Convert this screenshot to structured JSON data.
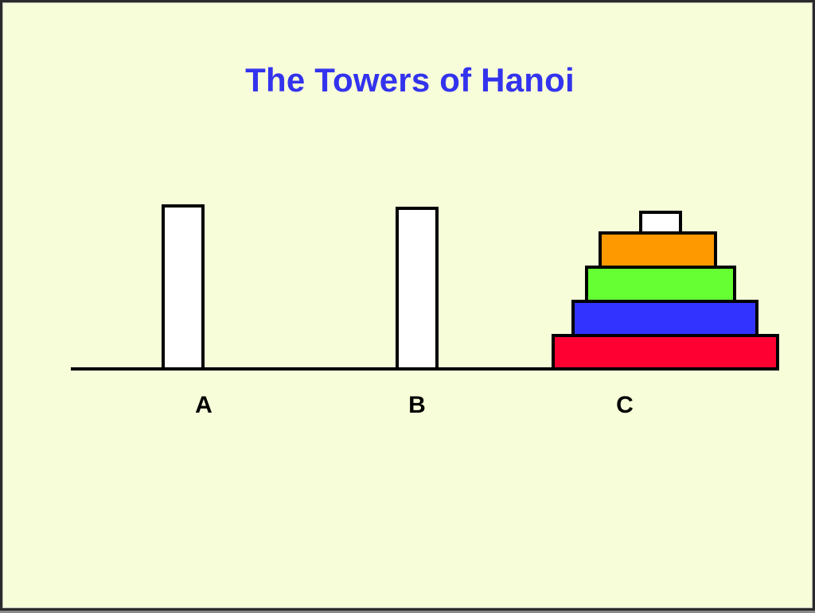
{
  "title": "The Towers of Hanoi",
  "pegs": [
    {
      "label": "A",
      "disks": []
    },
    {
      "label": "B",
      "disks": []
    },
    {
      "label": "C",
      "disks": [
        "red",
        "blue",
        "green",
        "orange"
      ]
    }
  ],
  "colors": {
    "background": "#f7fdd9",
    "title": "#3333ee",
    "outline": "#000000",
    "disk_red": "#ff0033",
    "disk_blue": "#3333ff",
    "disk_green": "#66ff33",
    "disk_orange": "#ff9900",
    "peg_fill": "#ffffff"
  }
}
